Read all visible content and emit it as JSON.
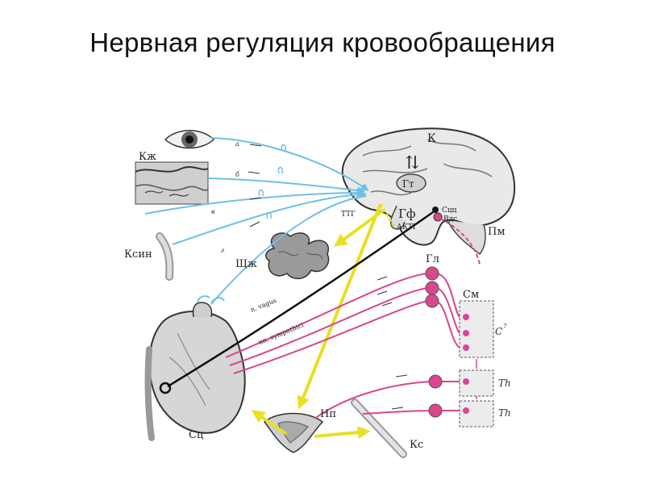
{
  "title": "Нервная регуляция кровообращения",
  "diagram": {
    "labels": {
      "cortex": "К",
      "hypothalamus": "Гт",
      "pituitary": "Гф",
      "tsh": "ТТГ",
      "acth": "АКТГ",
      "medulla_1": "Сцц",
      "medulla_2": "Вдс",
      "medulla_oblongata": "Пм",
      "skin": "Кж",
      "sinus": "Ксин",
      "thyroid": "Щж",
      "ganglion": "Гл",
      "spinal_cord": "См",
      "segment_c": "C",
      "segment_c_sup": "7",
      "th_1": "Th",
      "th_2": "Th",
      "adrenal": "Нп",
      "vessel": "Кс",
      "heart": "Сц",
      "vagus": "n. vagus",
      "sympathici": "nn. sympathici",
      "path_a": "а",
      "path_b": "б",
      "path_v": "в",
      "path_g": "г",
      "updown_arrows": "⇅"
    },
    "colors": {
      "afferent": "#6fc0e6",
      "sympathetic": "#d9478f",
      "hormonal": "#e8e020",
      "vagus": "#111111"
    }
  }
}
